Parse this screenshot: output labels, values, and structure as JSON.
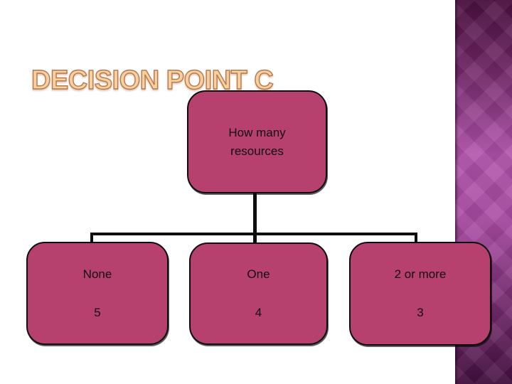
{
  "slide_title": "DECISION POINT C",
  "diagram": {
    "root": {
      "line1": "How many",
      "line2": "resources"
    },
    "children": [
      {
        "label": "None",
        "value": "5"
      },
      {
        "label": "One",
        "value": "4"
      },
      {
        "label": "2 or more",
        "value": "3"
      }
    ]
  },
  "colors": {
    "node_fill": "#b7416e",
    "node_border": "#0d0d0d",
    "connector": "#0d0d0d",
    "title_text": "#f8cf9f",
    "title_outline": "#b5794e",
    "strip_top": "#4c1141",
    "strip_mid": "#b253ac",
    "strip_bottom": "#441040",
    "background": "#ffffff"
  }
}
